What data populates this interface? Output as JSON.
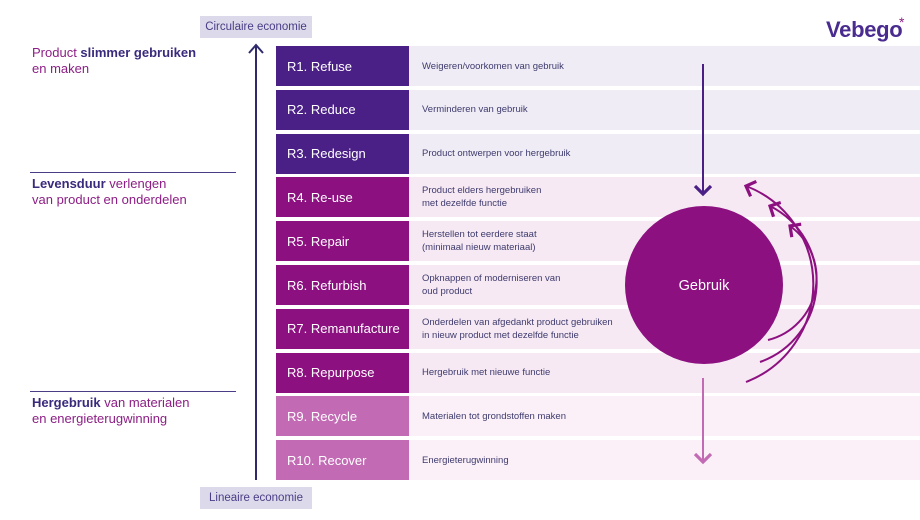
{
  "scale": {
    "top_label": "Circulaire economie",
    "bottom_label": "Lineaire economie"
  },
  "groups": [
    {
      "bold_first": "",
      "plain_first": "Product ",
      "bold": "slimmer gebruiken",
      "rest": "en maken"
    },
    {
      "bold": "Levensduur",
      "plain_after": " verlengen",
      "rest": "van product en onderdelen"
    },
    {
      "bold": "Hergebruik",
      "plain_after": " van materialen",
      "rest": "en energieterugwinning"
    }
  ],
  "r_strategies": [
    {
      "label": "R1. Refuse",
      "description": "Weigeren/voorkomen van gebruik"
    },
    {
      "label": "R2. Reduce",
      "description": "Verminderen van gebruik"
    },
    {
      "label": "R3. Redesign",
      "description": "Product ontwerpen voor hergebruik"
    },
    {
      "label": "R4. Re-use",
      "description": "Product elders hergebruiken\nmet dezelfde functie"
    },
    {
      "label": "R5. Repair",
      "description": "Herstellen tot eerdere staat\n(minimaal nieuw materiaal)"
    },
    {
      "label": "R6. Refurbish",
      "description": "Opknappen of moderniseren van\noud product"
    },
    {
      "label": "R7. Remanufacture",
      "description": "Onderdelen van afgedankt product gebruiken\nin nieuw product met dezelfde functie"
    },
    {
      "label": "R8. Repurpose",
      "description": "Hergebruik met nieuwe functie"
    },
    {
      "label": "R9. Recycle",
      "description": "Materialen tot grondstoffen maken"
    },
    {
      "label": "R10. Recover",
      "description": "Energieterugwinning"
    }
  ],
  "center": {
    "label": "Gebruik"
  },
  "brand": {
    "name": "Vebego",
    "mark": "*"
  },
  "colors": {
    "r1_r3": "#4a1f86",
    "r4_r8": "#8c1080",
    "r9_r10": "#c26ab4",
    "band_r1_r3": "#efecf5",
    "band_r4_r8": "#f6e9f3",
    "band_r9_r10": "#fbf0f8",
    "circle": "#8c1080",
    "arrow_down": "#4a1f86",
    "arrow_down_light": "#c26ab4"
  }
}
